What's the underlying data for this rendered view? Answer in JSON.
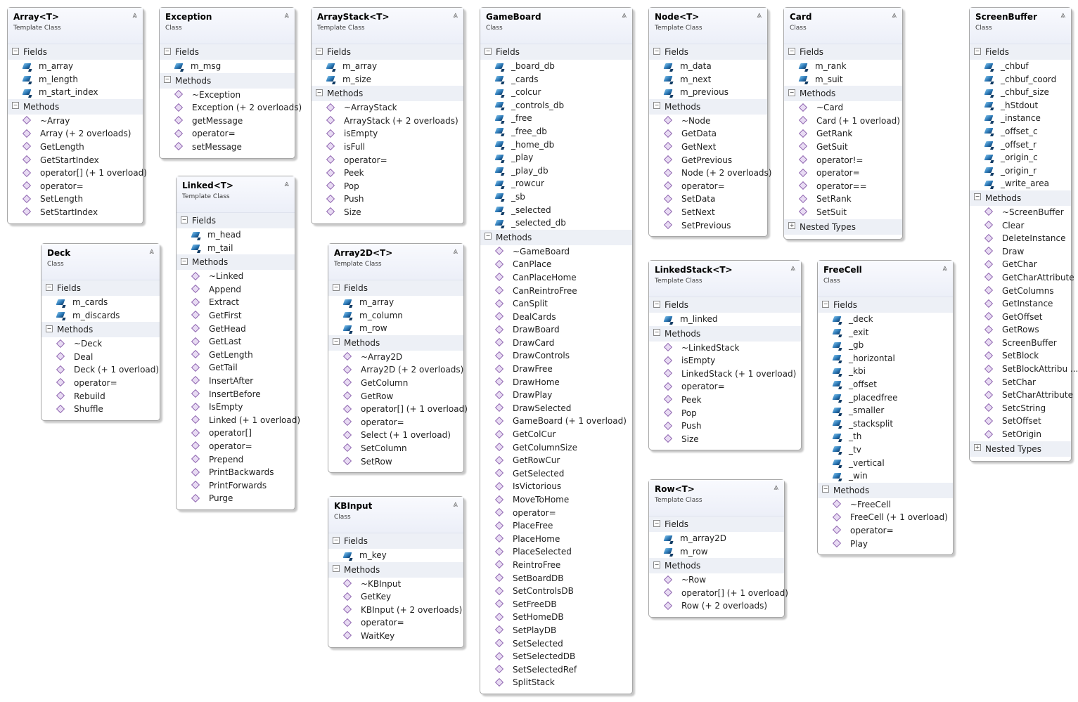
{
  "classes": [
    {
      "id": "array",
      "name": "Array<T>",
      "kind": "Template Class",
      "fields": [
        "m_array",
        "m_length",
        "m_start_index"
      ],
      "methods": [
        "~Array",
        "Array (+ 2 overloads)",
        "GetLength",
        "GetStartIndex",
        "operator[] (+ 1 overload)",
        "operator=",
        "SetLength",
        "SetStartIndex"
      ]
    },
    {
      "id": "exception",
      "name": "Exception",
      "kind": "Class",
      "fields": [
        "m_msg"
      ],
      "methods": [
        "~Exception",
        "Exception (+ 2 overloads)",
        "getMessage",
        "operator=",
        "setMessage"
      ]
    },
    {
      "id": "arraystack",
      "name": "ArrayStack<T>",
      "kind": "Template Class",
      "fields": [
        "m_array",
        "m_size"
      ],
      "methods": [
        "~ArrayStack",
        "ArrayStack (+ 2 overloads)",
        "isEmpty",
        "isFull",
        "operator=",
        "Peek",
        "Pop",
        "Push",
        "Size"
      ]
    },
    {
      "id": "gameboard",
      "name": "GameBoard",
      "kind": "Class",
      "fields": [
        "_board_db",
        "_cards",
        "_colcur",
        "_controls_db",
        "_free",
        "_free_db",
        "_home_db",
        "_play",
        "_play_db",
        "_rowcur",
        "_sb",
        "_selected",
        "_selected_db"
      ],
      "methods": [
        "~GameBoard",
        "CanPlace",
        "CanPlaceHome",
        "CanReintroFree",
        "CanSplit",
        "DealCards",
        "DrawBoard",
        "DrawCard",
        "DrawControls",
        "DrawFree",
        "DrawHome",
        "DrawPlay",
        "DrawSelected",
        "GameBoard (+ 1 overload)",
        "GetColCur",
        "GetColumnSize",
        "GetRowCur",
        "GetSelected",
        "IsVictorious",
        "MoveToHome",
        "operator=",
        "PlaceFree",
        "PlaceHome",
        "PlaceSelected",
        "ReintroFree",
        "SetBoardDB",
        "SetControlsDB",
        "SetFreeDB",
        "SetHomeDB",
        "SetPlayDB",
        "SetSelected",
        "SetSelectedDB",
        "SetSelectedRef",
        "SplitStack"
      ]
    },
    {
      "id": "node",
      "name": "Node<T>",
      "kind": "Template Class",
      "fields": [
        "m_data",
        "m_next",
        "m_previous"
      ],
      "methods": [
        "~Node",
        "GetData",
        "GetNext",
        "GetPrevious",
        "Node (+ 2 overloads)",
        "operator=",
        "SetData",
        "SetNext",
        "SetPrevious"
      ]
    },
    {
      "id": "card",
      "name": "Card",
      "kind": "Class",
      "fields": [
        "m_rank",
        "m_suit"
      ],
      "methods": [
        "~Card",
        "Card (+ 1 overload)",
        "GetRank",
        "GetSuit",
        "operator!=",
        "operator=",
        "operator==",
        "SetRank",
        "SetSuit"
      ],
      "nested": "Nested Types"
    },
    {
      "id": "screenbuffer",
      "name": "ScreenBuffer",
      "kind": "Class",
      "fields": [
        "_chbuf",
        "_chbuf_coord",
        "_chbuf_size",
        "_hStdout",
        "_instance",
        "_offset_c",
        "_offset_r",
        "_origin_c",
        "_origin_r",
        "_write_area"
      ],
      "methods": [
        "~ScreenBuffer",
        "Clear",
        "DeleteInstance",
        "Draw",
        "GetChar",
        "GetCharAttribute",
        "GetColumns",
        "GetInstance",
        "GetOffset",
        "GetRows",
        "ScreenBuffer",
        "SetBlock",
        "SetBlockAttribu ...",
        "SetChar",
        "SetCharAttribute",
        "SetcString",
        "SetOffset",
        "SetOrigin"
      ],
      "nested": "Nested Types"
    },
    {
      "id": "deck",
      "name": "Deck",
      "kind": "Class",
      "fields": [
        "m_cards",
        "m_discards"
      ],
      "methods": [
        "~Deck",
        "Deal",
        "Deck (+ 1 overload)",
        "operator=",
        "Rebuild",
        "Shuffle"
      ]
    },
    {
      "id": "linked",
      "name": "Linked<T>",
      "kind": "Template Class",
      "fields": [
        "m_head",
        "m_tail"
      ],
      "methods": [
        "~Linked",
        "Append",
        "Extract",
        "GetFirst",
        "GetHead",
        "GetLast",
        "GetLength",
        "GetTail",
        "InsertAfter",
        "InsertBefore",
        "IsEmpty",
        "Linked (+ 1 overload)",
        "operator[]",
        "operator=",
        "Prepend",
        "PrintBackwards",
        "PrintForwards",
        "Purge"
      ]
    },
    {
      "id": "array2d",
      "name": "Array2D<T>",
      "kind": "Template Class",
      "fields": [
        "m_array",
        "m_column",
        "m_row"
      ],
      "methods": [
        "~Array2D",
        "Array2D (+ 2 overloads)",
        "GetColumn",
        "GetRow",
        "operator[] (+ 1 overload)",
        "operator=",
        "Select (+ 1 overload)",
        "SetColumn",
        "SetRow"
      ]
    },
    {
      "id": "kbinput",
      "name": "KBInput",
      "kind": "Class",
      "fields": [
        "m_key"
      ],
      "methods": [
        "~KBInput",
        "GetKey",
        "KBInput (+ 2 overloads)",
        "operator=",
        "WaitKey"
      ]
    },
    {
      "id": "linkedstack",
      "name": "LinkedStack<T>",
      "kind": "Template Class",
      "fields": [
        "m_linked"
      ],
      "methods": [
        "~LinkedStack",
        "isEmpty",
        "LinkedStack (+ 1 overload)",
        "operator=",
        "Peek",
        "Pop",
        "Push",
        "Size"
      ]
    },
    {
      "id": "freecell",
      "name": "FreeCell",
      "kind": "Class",
      "fields": [
        "_deck",
        "_exit",
        "_gb",
        "_horizontal",
        "_kbi",
        "_offset",
        "_placedfree",
        "_smaller",
        "_stacksplit",
        "_th",
        "_tv",
        "_vertical",
        "_win"
      ],
      "methods": [
        "~FreeCell",
        "FreeCell (+ 1 overload)",
        "operator=",
        "Play"
      ]
    },
    {
      "id": "row",
      "name": "Row<T>",
      "kind": "Template Class",
      "fields": [
        "m_array2D",
        "m_row"
      ],
      "methods": [
        "~Row",
        "operator[] (+ 1 overload)",
        "Row (+ 2 overloads)"
      ]
    }
  ],
  "labels": {
    "fields": "Fields",
    "methods": "Methods",
    "collapse_glyph": "⩓",
    "minus": "−",
    "plus": "+"
  }
}
